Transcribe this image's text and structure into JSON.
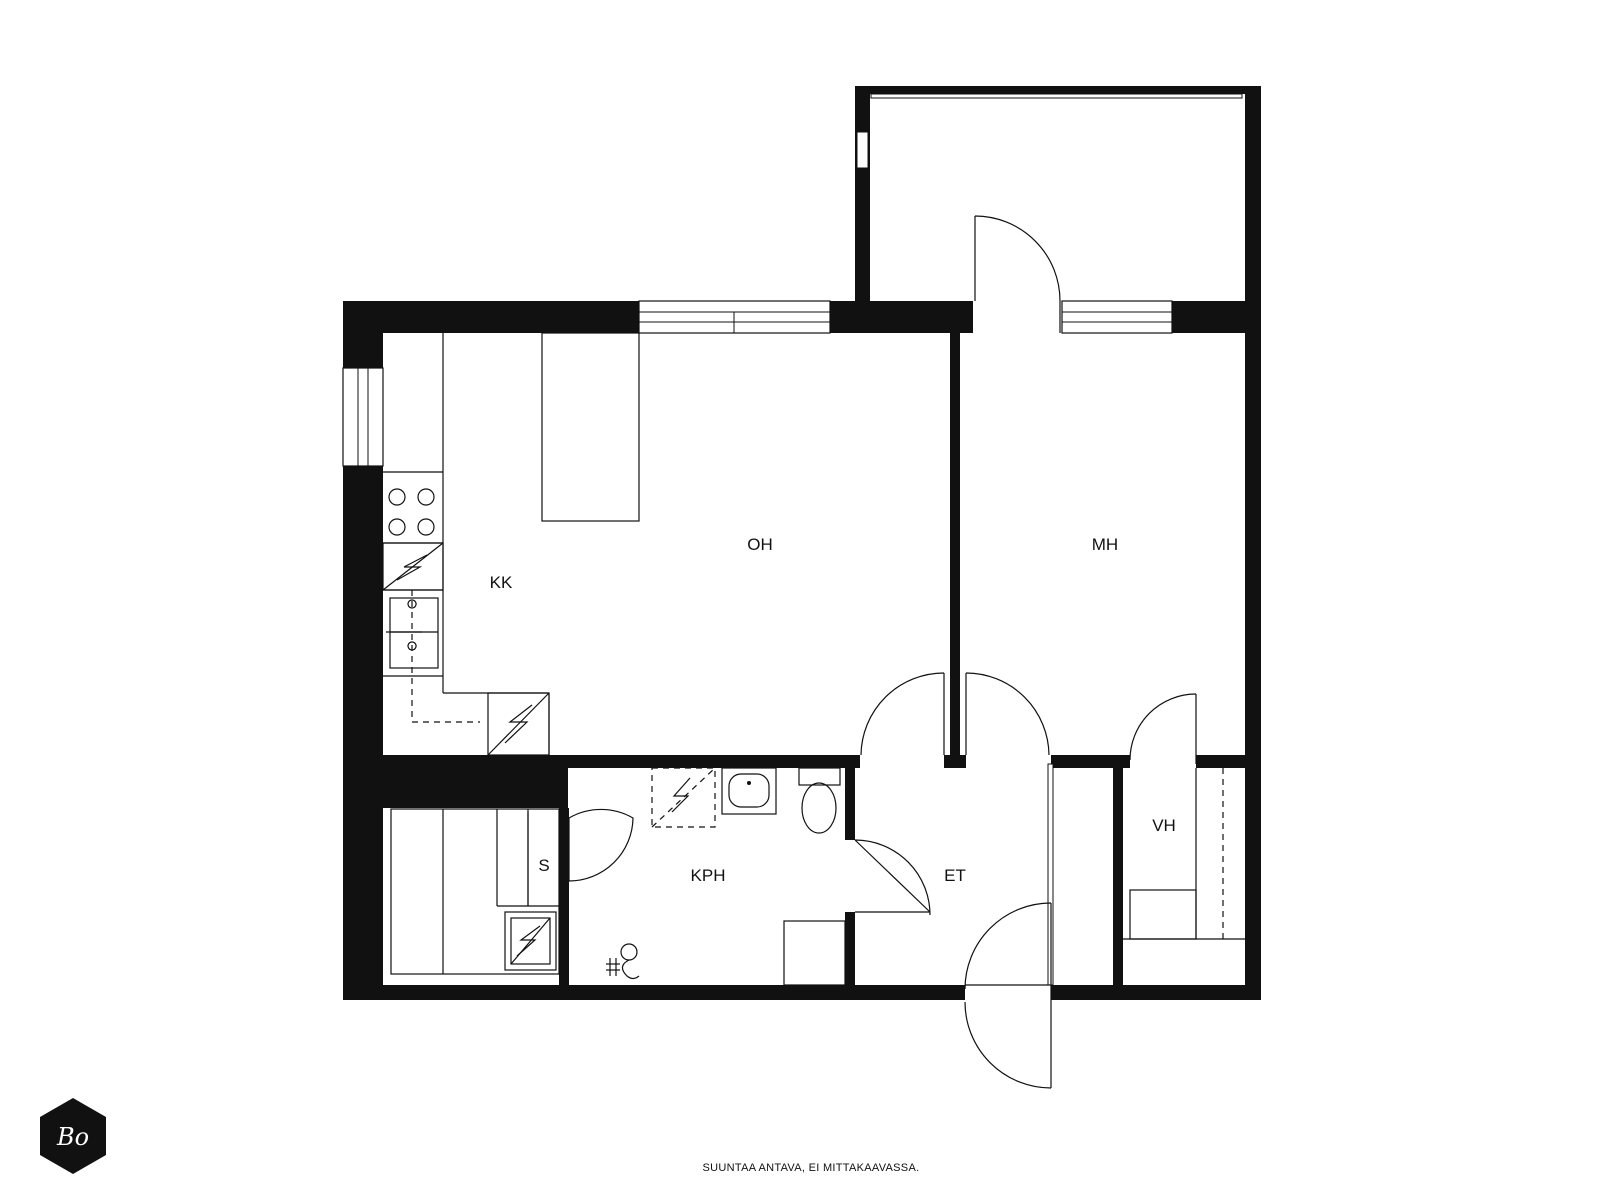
{
  "rooms": {
    "kitchen": "KK",
    "living_room": "OH",
    "bedroom": "MH",
    "sauna": "S",
    "bathroom": "KPH",
    "entry_hall": "ET",
    "wardrobe": "VH"
  },
  "footer": {
    "note": "SUUNTAA ANTAVA, EI MITTAKAAVASSA."
  },
  "logo": {
    "mark": "Bo"
  }
}
